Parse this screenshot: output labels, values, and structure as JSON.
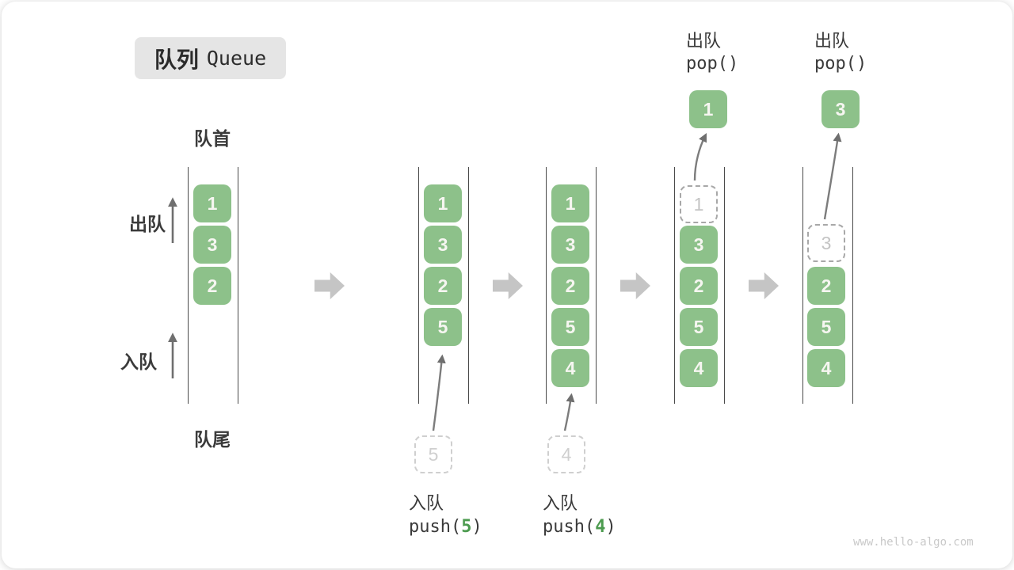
{
  "title": {
    "zh": "队列",
    "en": "Queue"
  },
  "side_labels": {
    "front": "队首",
    "rear": "队尾",
    "dequeue": "出队",
    "enqueue": "入队"
  },
  "colors": {
    "cell_green": "#8dc18a",
    "arg_green": "#4c9b4f",
    "thin_arrow_gray": "#777777",
    "block_arrow_gray": "#c5c5c5",
    "title_bg": "#e5e5e5",
    "ghost_gray": "#c4c4c4"
  },
  "states": [
    {
      "cells": [
        {
          "value": "1"
        },
        {
          "value": "3"
        },
        {
          "value": "2"
        }
      ]
    },
    {
      "cells": [
        {
          "value": "1"
        },
        {
          "value": "3"
        },
        {
          "value": "2"
        },
        {
          "value": "5"
        }
      ],
      "staged": {
        "value": "5"
      },
      "op": {
        "label": "入队",
        "code_pre": "push(",
        "arg": "5",
        "code_post": ")"
      }
    },
    {
      "cells": [
        {
          "value": "1"
        },
        {
          "value": "3"
        },
        {
          "value": "2"
        },
        {
          "value": "5"
        },
        {
          "value": "4"
        }
      ],
      "staged": {
        "value": "4"
      },
      "op": {
        "label": "入队",
        "code_pre": "push(",
        "arg": "4",
        "code_post": ")"
      }
    },
    {
      "ghost": {
        "value": "1"
      },
      "cells": [
        {
          "value": "3"
        },
        {
          "value": "2"
        },
        {
          "value": "5"
        },
        {
          "value": "4"
        }
      ],
      "popped": {
        "value": "1"
      },
      "op": {
        "label": "出队",
        "code": "pop()"
      }
    },
    {
      "ghost": {
        "value": "3"
      },
      "cells": [
        {
          "value": "2"
        },
        {
          "value": "5"
        },
        {
          "value": "4"
        }
      ],
      "popped": {
        "value": "3"
      },
      "op": {
        "label": "出队",
        "code": "pop()"
      }
    }
  ],
  "watermark": "www.hello-algo.com"
}
